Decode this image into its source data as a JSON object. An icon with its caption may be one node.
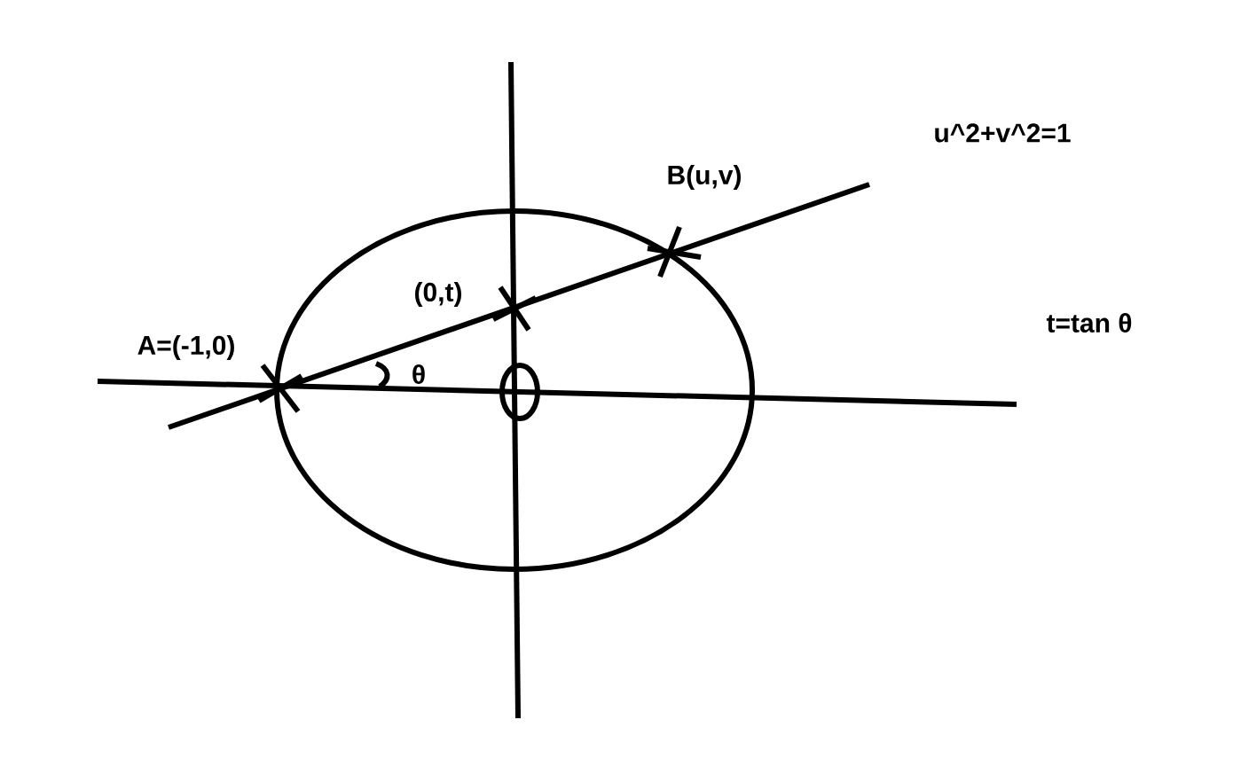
{
  "diagram": {
    "labels": [
      "u^2+v^2=1",
      "B(u,v)",
      "(0,t)",
      "t=tan θ",
      "A=(-1,0)",
      "θ"
    ]
  }
}
